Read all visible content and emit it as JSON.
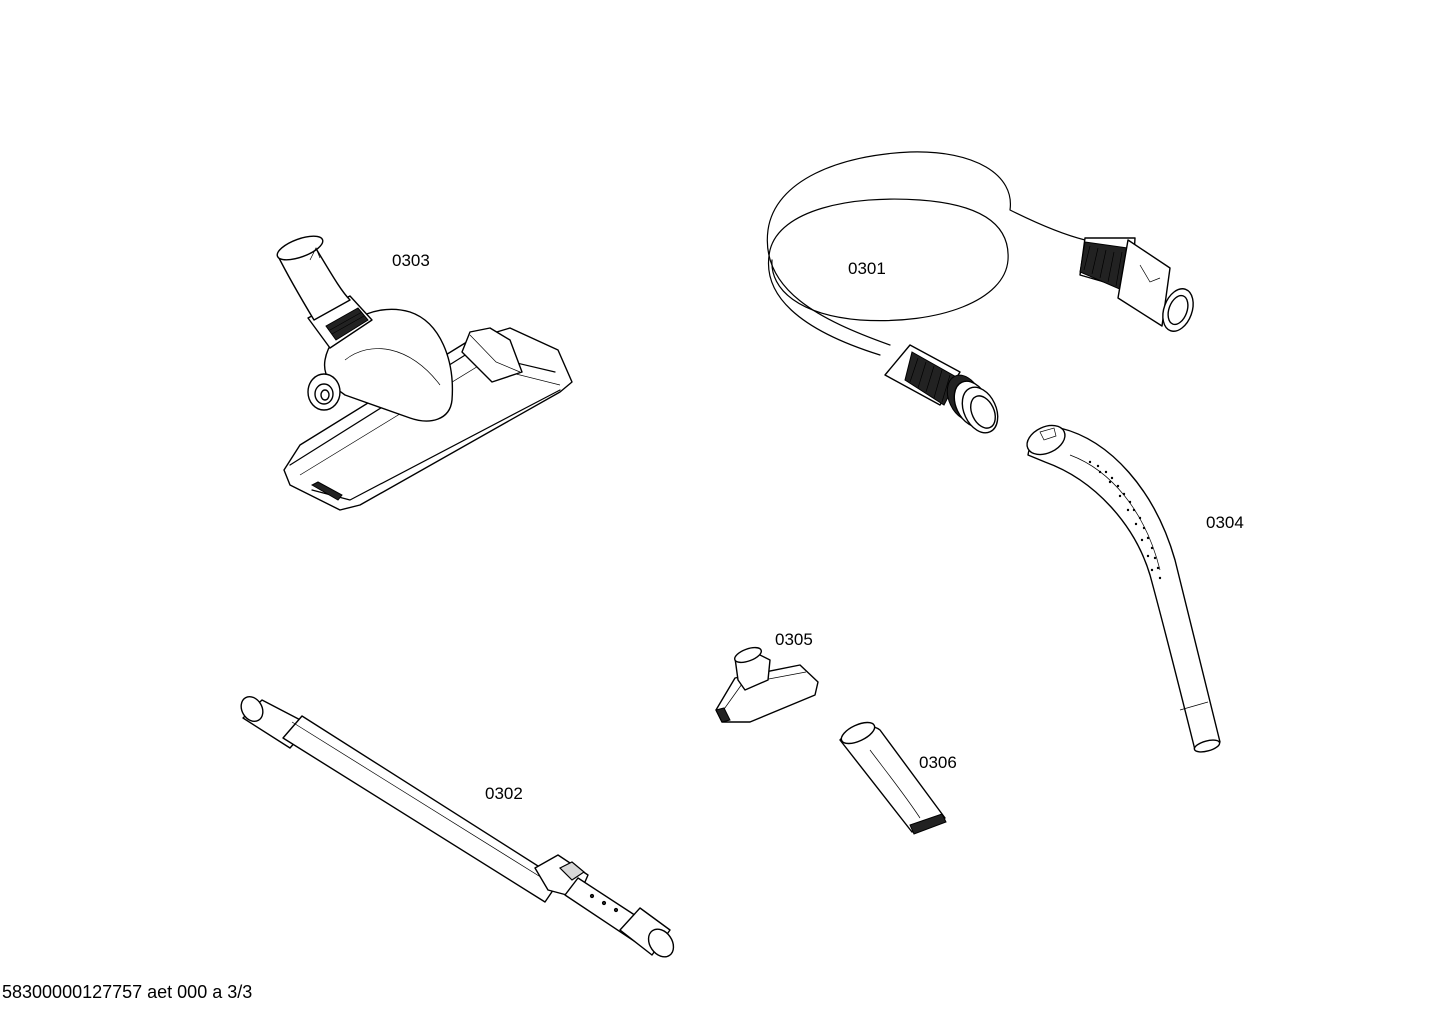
{
  "diagram": {
    "parts": [
      {
        "id": "0301",
        "label": "0301",
        "component": "suction-hose"
      },
      {
        "id": "0302",
        "label": "0302",
        "component": "telescopic-tube"
      },
      {
        "id": "0303",
        "label": "0303",
        "component": "floor-nozzle"
      },
      {
        "id": "0304",
        "label": "0304",
        "component": "handle-bend"
      },
      {
        "id": "0305",
        "label": "0305",
        "component": "upholstery-nozzle"
      },
      {
        "id": "0306",
        "label": "0306",
        "component": "crevice-nozzle"
      }
    ],
    "footer": "58300000127757 aet 000 a 3/3",
    "line_color": "#000000",
    "background_color": "#ffffff"
  }
}
